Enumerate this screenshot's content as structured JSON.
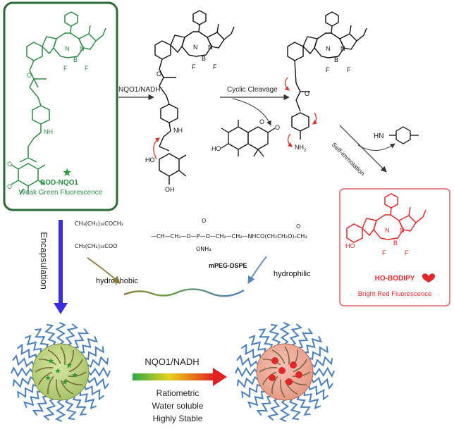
{
  "probe": {
    "name": "BOD-NQO1",
    "subtitle": "Weak Green Fluorescence",
    "color": "#2e8b46"
  },
  "product": {
    "name": "HO-BODIPY",
    "subtitle": "Bright Red Fluorescence",
    "color": "#e0282a"
  },
  "steps": {
    "enzyme": "NQO1/NADH",
    "cleavage": "Cyclic Cleavage",
    "immolation": "Self-immolation",
    "encapsulation": "Encapsulation"
  },
  "atoms": {
    "N": "N",
    "B": "B",
    "F": "F",
    "O": "O",
    "NH": "NH",
    "HO": "HO",
    "OH": "OH",
    "NH2": "NH",
    "NH2_sub": "2",
    "HN": "HN"
  },
  "lipid": {
    "name": "mPEG-DSPE",
    "line1": "CH₃(CH₂)₁₆COCH₂",
    "line2": "CH₃(CH₂)₁₆COO",
    "chain": "—CH—CH₂—O—P—O—CH₂—CH₂—NHCO(CH₂CH₂O)ₙCH₃",
    "p_o": "O",
    "p_nh4": "ONH₄",
    "carbonyl_o": "O",
    "hydrophobic": "hydrophobic",
    "hydrophilic": "hydrophilic"
  },
  "nano": {
    "enzyme": "NQO1/NADH",
    "features": [
      "Ratiometric",
      "Water soluble",
      "Highly Stable"
    ]
  }
}
